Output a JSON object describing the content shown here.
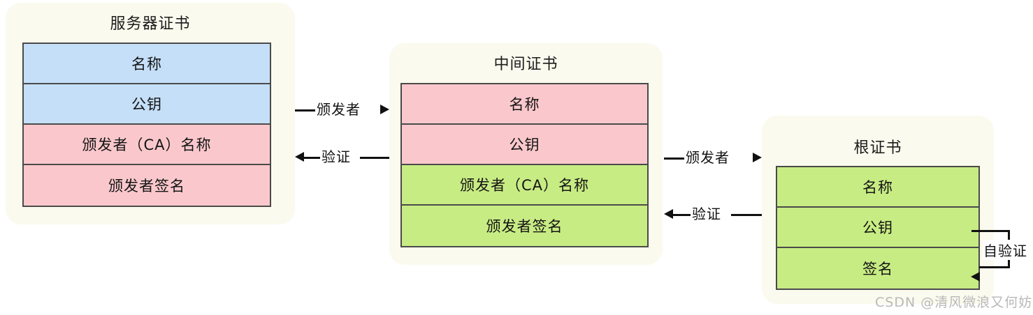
{
  "diagram": {
    "title_semantic": "certificate-chain-of-trust",
    "colors": {
      "card_background": "#fbfaee",
      "row_blue": "#c5dff8",
      "row_pink": "#fac8cc",
      "row_green": "#c8ec84",
      "border": "#4a4a4a",
      "arrow": "#111111",
      "watermark": "#b9b9b9",
      "page_background": "#ffffff"
    },
    "cards": [
      {
        "id": "server-certificate",
        "title": "服务器证书",
        "rows": [
          {
            "label": "名称",
            "fill": "blue"
          },
          {
            "label": "公钥",
            "fill": "blue"
          },
          {
            "label": "颁发者（CA）名称",
            "fill": "pink"
          },
          {
            "label": "颁发者签名",
            "fill": "pink"
          }
        ]
      },
      {
        "id": "intermediate-certificate",
        "title": "中间证书",
        "rows": [
          {
            "label": "名称",
            "fill": "pink"
          },
          {
            "label": "公钥",
            "fill": "pink"
          },
          {
            "label": "颁发者（CA）名称",
            "fill": "green"
          },
          {
            "label": "颁发者签名",
            "fill": "green"
          }
        ]
      },
      {
        "id": "root-certificate",
        "title": "根证书",
        "rows": [
          {
            "label": "名称",
            "fill": "green"
          },
          {
            "label": "公钥",
            "fill": "green"
          },
          {
            "label": "签名",
            "fill": "green"
          }
        ]
      }
    ],
    "connectors": [
      {
        "id": "server-to-intermediate-issuer",
        "label": "颁发者",
        "direction": "right"
      },
      {
        "id": "intermediate-to-server-verify",
        "label": "验证",
        "direction": "left"
      },
      {
        "id": "intermediate-to-root-issuer",
        "label": "颁发者",
        "direction": "right"
      },
      {
        "id": "root-to-intermediate-verify",
        "label": "验证",
        "direction": "left"
      }
    ],
    "self_loop": {
      "id": "root-self-validate",
      "label": "自验证"
    },
    "watermark": "CSDN @清风微浪又何妨"
  }
}
